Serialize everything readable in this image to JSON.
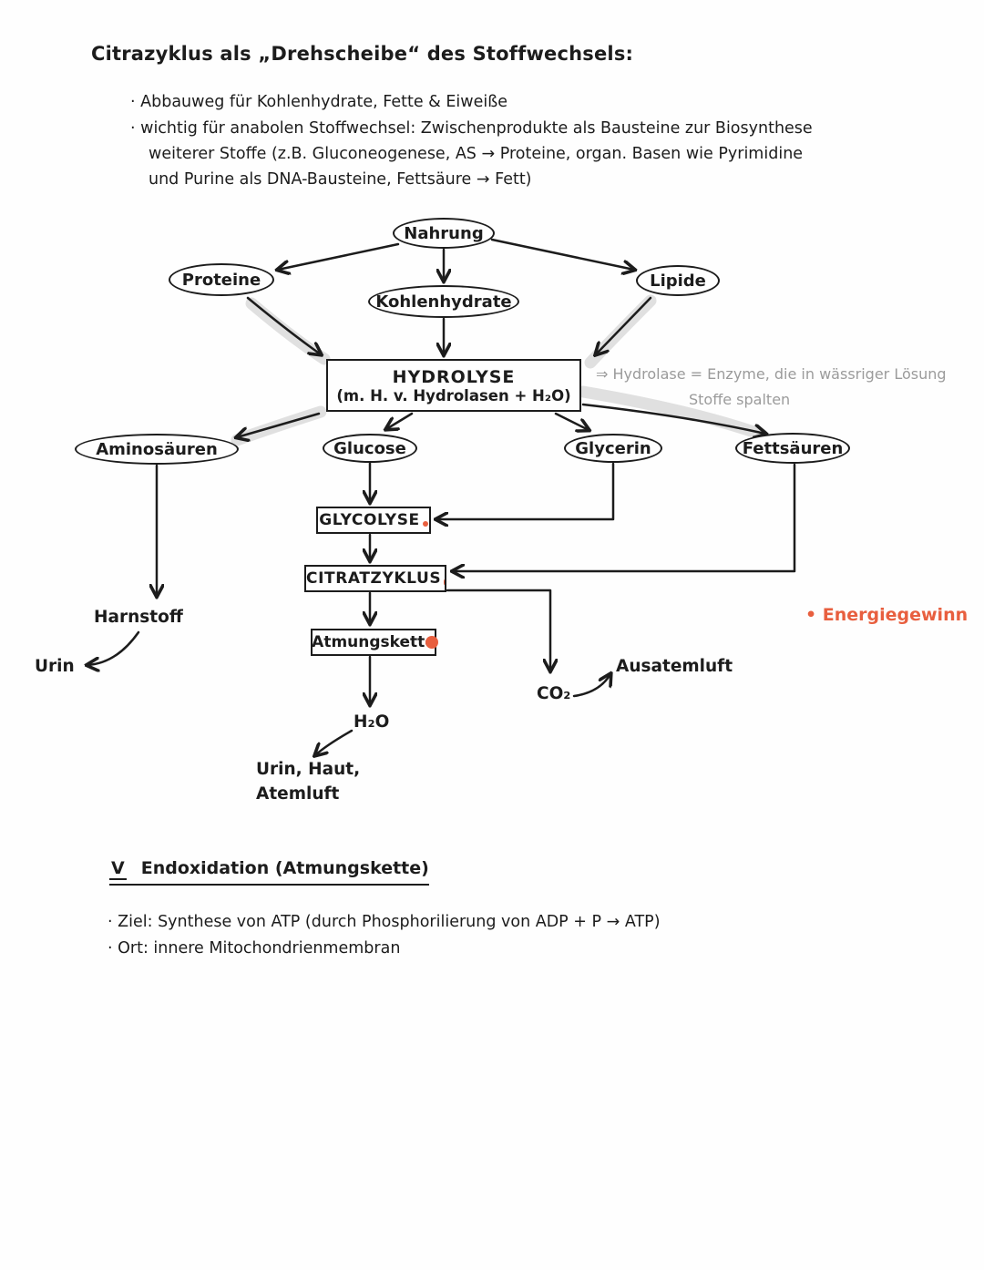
{
  "colors": {
    "ink": "#1c1c1c",
    "accent_red": "#e85f3f",
    "note_gray": "#9b9b9b",
    "highlight_gray": "#e0e0e0"
  },
  "header": {
    "title": "Citrazyklus als „Drehscheibe“ des Stoffwechsels:",
    "lines": [
      "· Abbauweg für Kohlenhydrate, Fette & Eiweiße",
      "· wichtig für anabolen Stoffwechsel: Zwischenprodukte als Bausteine zur Biosynthese",
      "weiterer Stoffe (z.B. Gluconeogenese, AS → Proteine, organ. Basen wie Pyrimidine",
      "und Purine als DNA-Bausteine, Fettsäure → Fett)"
    ]
  },
  "diagram": {
    "nahrung": "Nahrung",
    "proteine": "Proteine",
    "kohlenhydrate": "Kohlenhydrate",
    "lipide": "Lipide",
    "hydrolyse_title": "HYDROLYSE",
    "hydrolyse_sub": "(m. H. v. Hydrolasen + H₂O)",
    "hydrolase_note_1": "⇒ Hydrolase = Enzyme, die in wässriger Lösung",
    "hydrolase_note_2": "Stoffe spalten",
    "aminosaeuren": "Aminosäuren",
    "glucose": "Glucose",
    "glycerin": "Glycerin",
    "fettsaeuren": "Fettsäuren",
    "glycolyse": "GLYCOLYSE",
    "citratzyklus": "CITRATZYKLUS",
    "atmungskette": "Atmungskette",
    "harnstoff": "Harnstoff",
    "urin": "Urin",
    "energiegewinn": "• Energiegewinn",
    "co2": "CO₂",
    "ausatemluft": "Ausatemluft",
    "h2o": "H₂O",
    "urin_haut_1": "Urin, Haut,",
    "urin_haut_2": "Atemluft"
  },
  "section": {
    "numeral": "V",
    "heading": "Endoxidation (Atmungskette)",
    "lines": [
      "· Ziel: Synthese von ATP  (durch Phosphorilierung von ADP + P → ATP)",
      "· Ort: innere Mitochondrienmembran"
    ]
  }
}
